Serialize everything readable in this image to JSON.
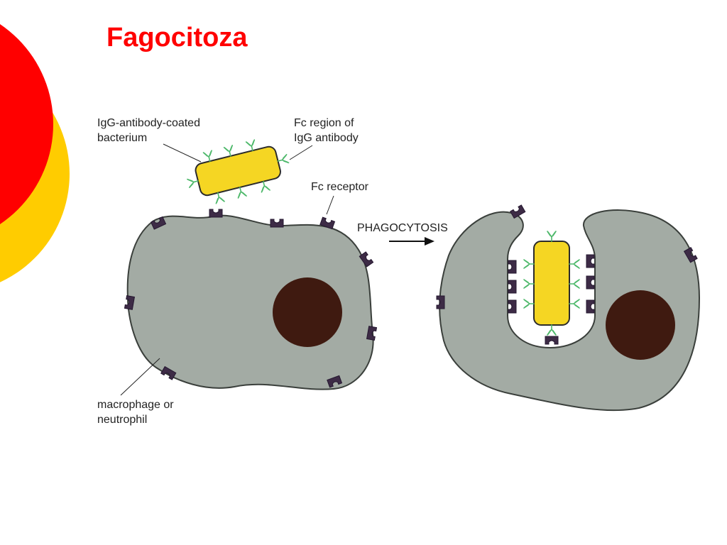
{
  "slide": {
    "title": "Fagocitoza"
  },
  "diagram": {
    "labels": {
      "bacterium_line1": "IgG-antibody-coated",
      "bacterium_line2": "bacterium",
      "fc_region_line1": "Fc region of",
      "fc_region_line2": "IgG antibody",
      "fc_receptor": "Fc receptor",
      "process": "PHAGOCYTOSIS",
      "cell_line1": "macrophage or",
      "cell_line2": "neutrophil"
    }
  },
  "colors": {
    "title": "#ff0000",
    "deco_red": "#ff0000",
    "deco_yellow": "#ffcc00",
    "cell": "#a3aba4",
    "nucleus": "#3f1a10",
    "bacterium": "#f5d623",
    "antibody": "#4db86a",
    "receptor": "#3d2b46"
  }
}
